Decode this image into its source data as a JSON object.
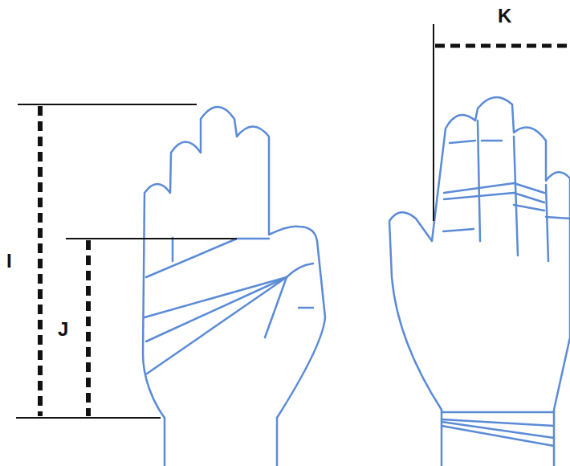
{
  "diagram": {
    "labels": [
      "I",
      "J",
      "K"
    ]
  }
}
